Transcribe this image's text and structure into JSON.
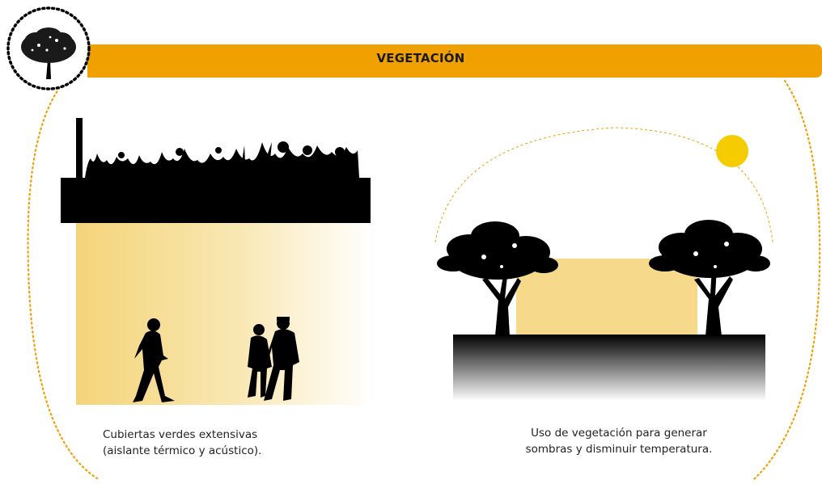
{
  "header": {
    "title": "VEGETACIÓN",
    "icon": "tree-icon",
    "accent_color": "#f0a000"
  },
  "panels": [
    {
      "id": "green-roof",
      "caption_lines": [
        "Cubiertas verdes extensivas",
        "(aislante térmico y acústico)."
      ]
    },
    {
      "id": "tree-shade",
      "caption_lines": [
        "Uso de vegetación para generar",
        "sombras  y disminuir temperatura."
      ]
    }
  ],
  "colors": {
    "frame_dots": "#f0a000",
    "sun": "#f5cc00",
    "warm_light": "#f6d98a",
    "silhouette": "#000000"
  }
}
